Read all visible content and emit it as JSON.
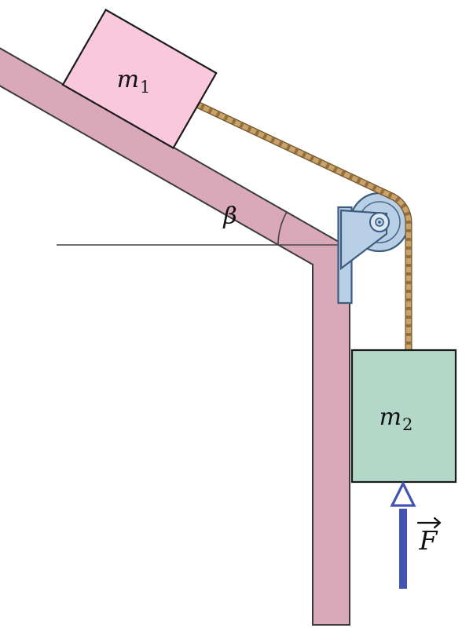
{
  "diagram": {
    "labels": {
      "m1_base": "m",
      "m1_sub": "1",
      "m2_base": "m",
      "m2_sub": "2",
      "angle": "β",
      "force": "F"
    }
  },
  "colors": {
    "background": "#ffffff",
    "wall": "#d9a9b9",
    "wall_outline": "#3b3b3b",
    "block1": "#f9c8dd",
    "block2": "#b3d7c8",
    "block_outline": "#1a1a1a",
    "pulley_fill": "#b9cfe6",
    "pulley_light": "#dce8f3",
    "pulley_dark": "#3d5d7e",
    "rope": "#c9a36a",
    "rope_dark": "#926f3e",
    "rope_outline": "#6f5327",
    "force_arrow": "#4253b2",
    "line": "#444444",
    "text": "#111111"
  }
}
